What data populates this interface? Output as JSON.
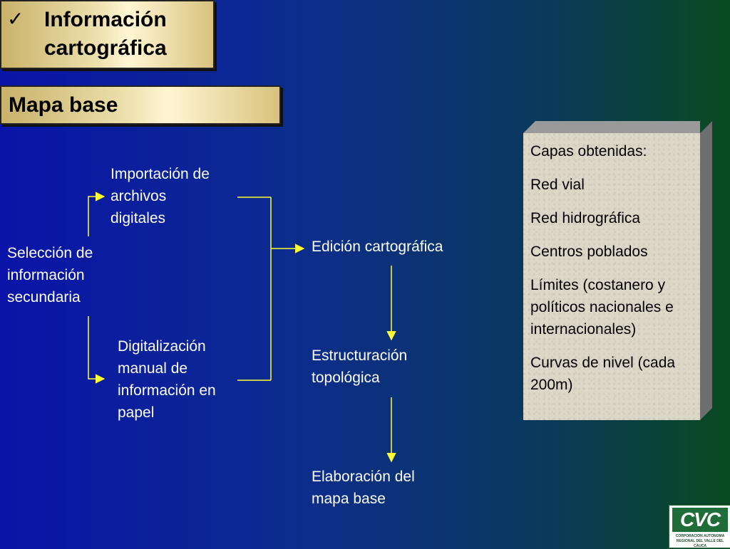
{
  "title": "Información cartográfica",
  "subtitle": "Mapa base",
  "check_icon": "✓",
  "nodes": {
    "seleccion": "Selección de información secundaria",
    "importacion": "Importación de archivos digitales",
    "digitalizacion": "Digitalización manual de información en papel",
    "edicion": "Edición cartográfica",
    "estructuracion": "Estructuración topológica",
    "elaboracion": "Elaboración del mapa base"
  },
  "layers": {
    "heading": "Capas obtenidas:",
    "items": [
      "Red vial",
      "Red hidrográfica",
      "Centros poblados",
      "Límites (costanero y políticos nacionales e internacionales)",
      "Curvas de nivel (cada 200m)"
    ]
  },
  "logo": {
    "mark": "CVC",
    "caption": "CORPORACION AUTONOMA REGIONAL DEL VALLE DEL CAUCA"
  },
  "colors": {
    "connector": "#ffff33",
    "gold": "#ece0ad"
  }
}
